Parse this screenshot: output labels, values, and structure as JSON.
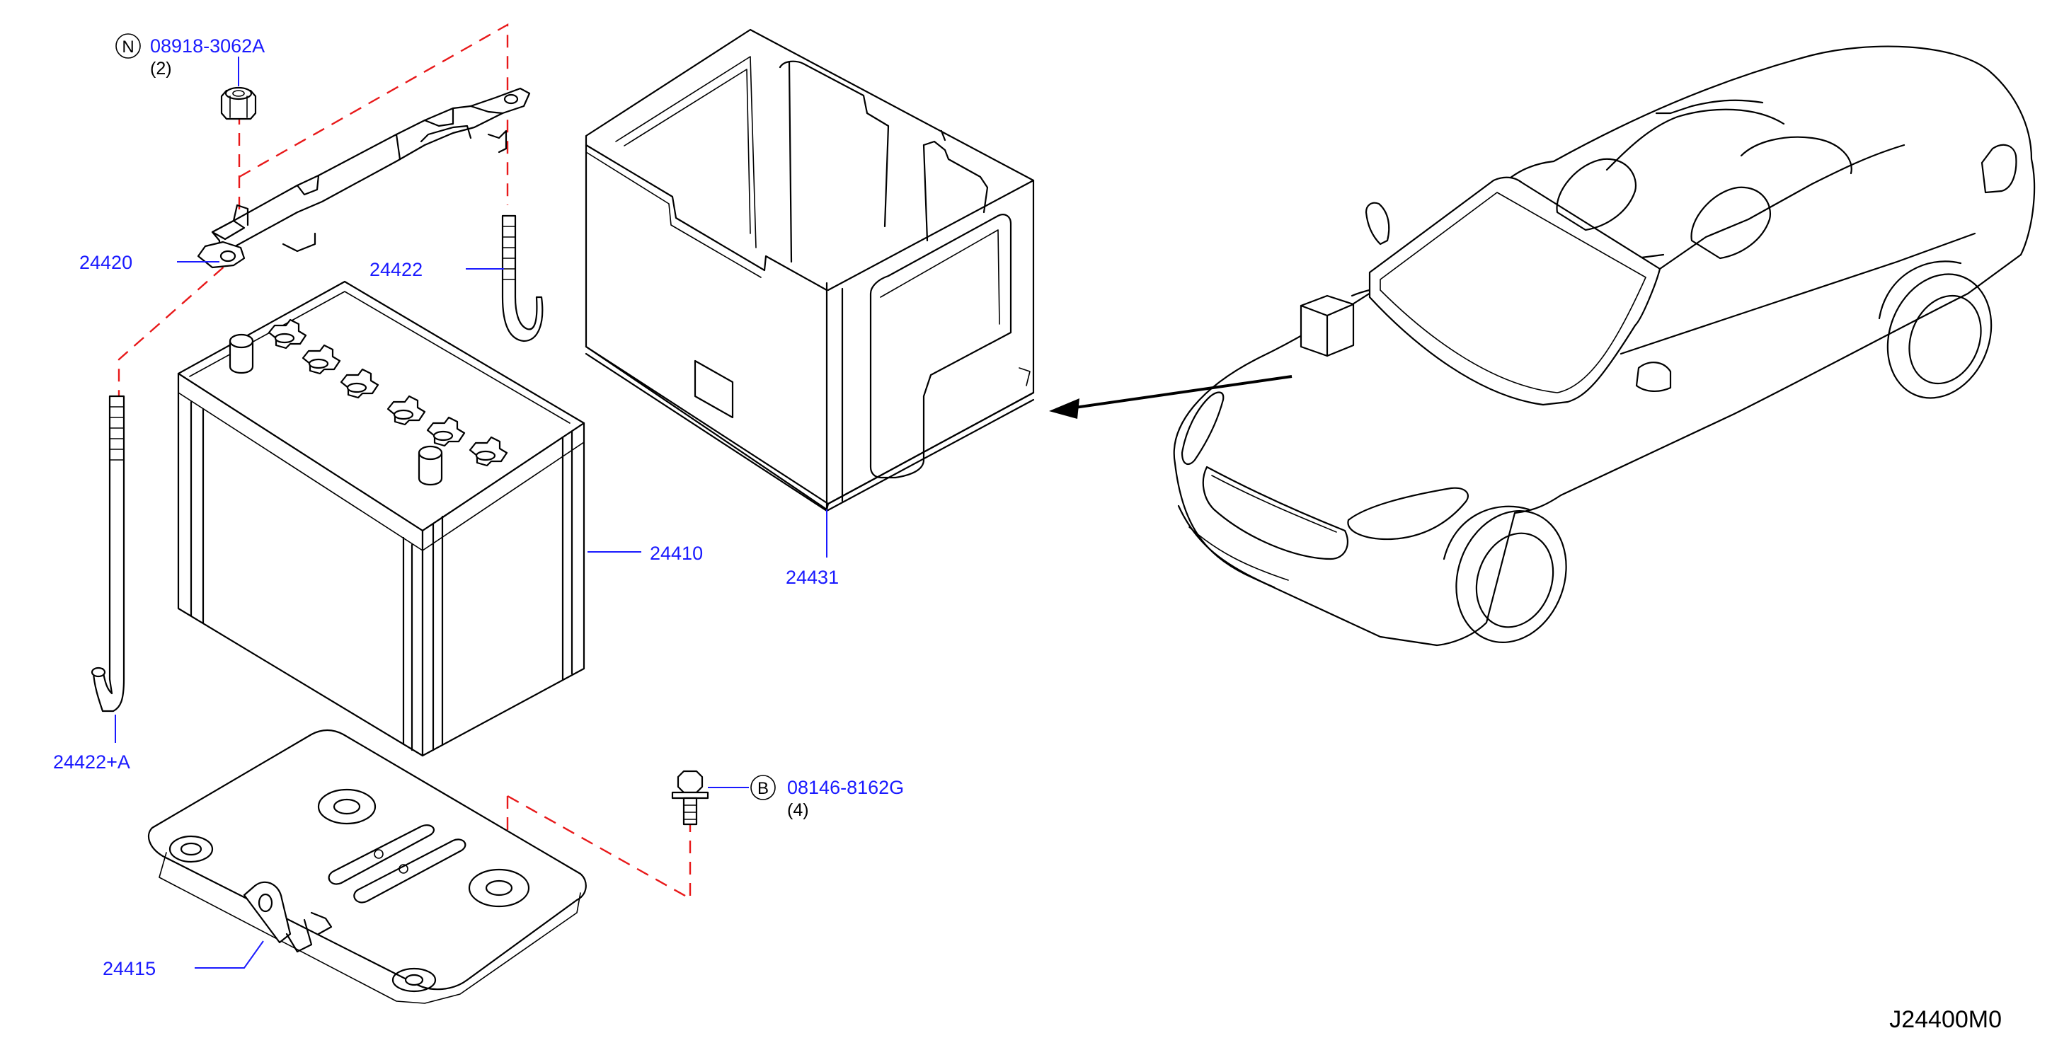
{
  "diagram_code": "J24400M0",
  "parts": {
    "nut": {
      "prefix": "N",
      "number": "08918-3062A",
      "qty": "(2)"
    },
    "bolt": {
      "prefix": "B",
      "number": "08146-8162G",
      "qty": "(4)"
    },
    "frame": "24420",
    "rod_right": "24422",
    "rod_left": "24422+A",
    "battery": "24410",
    "tray": "24415",
    "cover": "24431"
  },
  "colors": {
    "callout_text": "#1a1aff",
    "assembly_dash": "#e8191a",
    "line_art": "#000000"
  }
}
